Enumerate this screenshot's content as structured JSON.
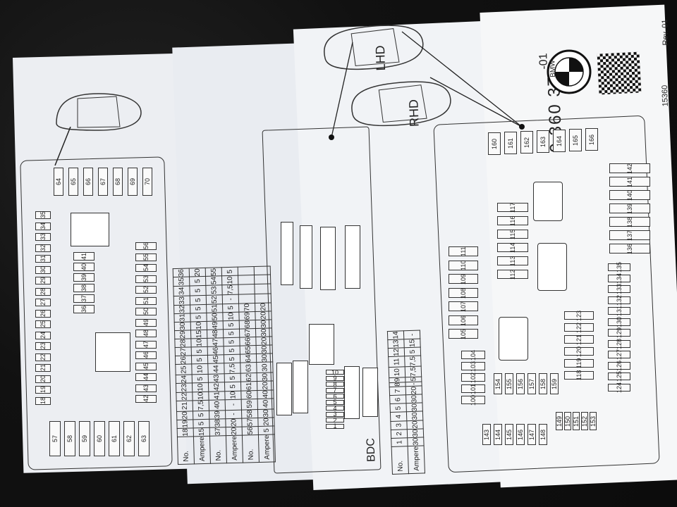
{
  "part_number": "9 360 373",
  "revision": "Rev. 01",
  "code": "15360",
  "brand": "BMW",
  "labels": {
    "lhd": "LHD",
    "rhd": "RHD",
    "bdc": "BDC",
    "no": "No.",
    "ampere": "Ampere"
  },
  "left_panel_fuses": {
    "top_row": [
      "64",
      "65",
      "66",
      "67",
      "68",
      "69",
      "70"
    ],
    "bottom_row": [
      "57",
      "58",
      "59",
      "60",
      "61",
      "62",
      "63"
    ],
    "left_col": [
      "35",
      "34",
      "33",
      "32",
      "31",
      "30",
      "29",
      "28",
      "27",
      "26",
      "25",
      "24",
      "23",
      "22",
      "21",
      "20",
      "19",
      "18"
    ],
    "right_col": [
      "56",
      "55",
      "54",
      "53",
      "52",
      "51",
      "50",
      "49",
      "48",
      "47",
      "46",
      "45",
      "44",
      "43",
      "42"
    ],
    "mid": [
      "41",
      "40",
      "39",
      "38",
      "37",
      "36"
    ]
  },
  "table1": {
    "rows": [
      {
        "h": "No.",
        "v": [
          "18",
          "19",
          "20",
          "21",
          "22",
          "23",
          "24",
          "25",
          "26",
          "27",
          "28",
          "29",
          "30",
          "31",
          "32",
          "33",
          "34",
          "35",
          "36"
        ]
      },
      {
        "h": "Ampere",
        "v": [
          "15",
          "5",
          "5",
          "7,5",
          "10",
          "10",
          "5",
          "10",
          "5",
          "5",
          "10",
          "15",
          "10",
          "5",
          "5",
          "5",
          "5",
          "5",
          "20"
        ]
      },
      {
        "h": "No.",
        "v": [
          "37",
          "38",
          "39",
          "40",
          "41",
          "42",
          "43",
          "44",
          "45",
          "46",
          "47",
          "48",
          "49",
          "50",
          "51",
          "52",
          "53",
          "54",
          "55"
        ]
      },
      {
        "h": "Ampere",
        "v": [
          "20",
          "20",
          "-",
          "-",
          "10",
          "5",
          "5",
          "7,5",
          "5",
          "5",
          "5",
          "5",
          "5",
          "10",
          "5",
          "-",
          "7,5",
          "10",
          "5"
        ]
      },
      {
        "h": "No.",
        "v": [
          "56",
          "57",
          "58",
          "59",
          "60",
          "61",
          "62",
          "63",
          "64",
          "65",
          "66",
          "67",
          "68",
          "69",
          "70",
          "",
          "",
          "",
          ""
        ]
      },
      {
        "h": "Ampere",
        "v": [
          "5",
          "20",
          "30",
          "40",
          "40",
          "20",
          "30",
          "30",
          "30",
          "30",
          "20",
          "30",
          "30",
          "20",
          "20",
          "",
          "",
          "",
          ""
        ]
      }
    ]
  },
  "table2": {
    "rows": [
      {
        "h": "No.",
        "v": [
          "1",
          "2",
          "3",
          "4",
          "5",
          "6",
          "7",
          "8",
          "9",
          "10",
          "11",
          "12",
          "13",
          "14"
        ]
      },
      {
        "h": "Ampere",
        "v": [
          "30",
          "30",
          "20",
          "30",
          "30",
          "30",
          "20",
          "-",
          "5",
          "7,5",
          "7,5",
          "5",
          "15",
          "-"
        ]
      }
    ]
  },
  "right_panel_fuses": {
    "top": [
      "160",
      "161",
      "162",
      "163",
      "164",
      "165",
      "166"
    ],
    "left_a": [
      "111",
      "110",
      "109",
      "108",
      "107",
      "106",
      "105"
    ],
    "left_b": [
      "104",
      "103",
      "102",
      "101",
      "100"
    ],
    "mid_a": [
      "117",
      "116",
      "115",
      "114",
      "113",
      "112"
    ],
    "mid_b": [
      "123",
      "122",
      "121",
      "120",
      "119",
      "118"
    ],
    "right": [
      "142",
      "141",
      "140",
      "139",
      "138",
      "137",
      "136"
    ],
    "right_small": [
      "135",
      "134",
      "133",
      "132",
      "131",
      "130",
      "129",
      "128",
      "127",
      "126",
      "125",
      "124"
    ],
    "bottom": [
      "143",
      "144",
      "145",
      "146",
      "147",
      "148"
    ],
    "bottom2": [
      "149",
      "150",
      "151",
      "152",
      "153"
    ],
    "lower_mid": [
      "154",
      "155",
      "156",
      "157",
      "158",
      "159"
    ],
    "center": [
      "10",
      "9",
      "8",
      "7",
      "6",
      "5",
      "4",
      "3",
      "2",
      "1"
    ]
  }
}
